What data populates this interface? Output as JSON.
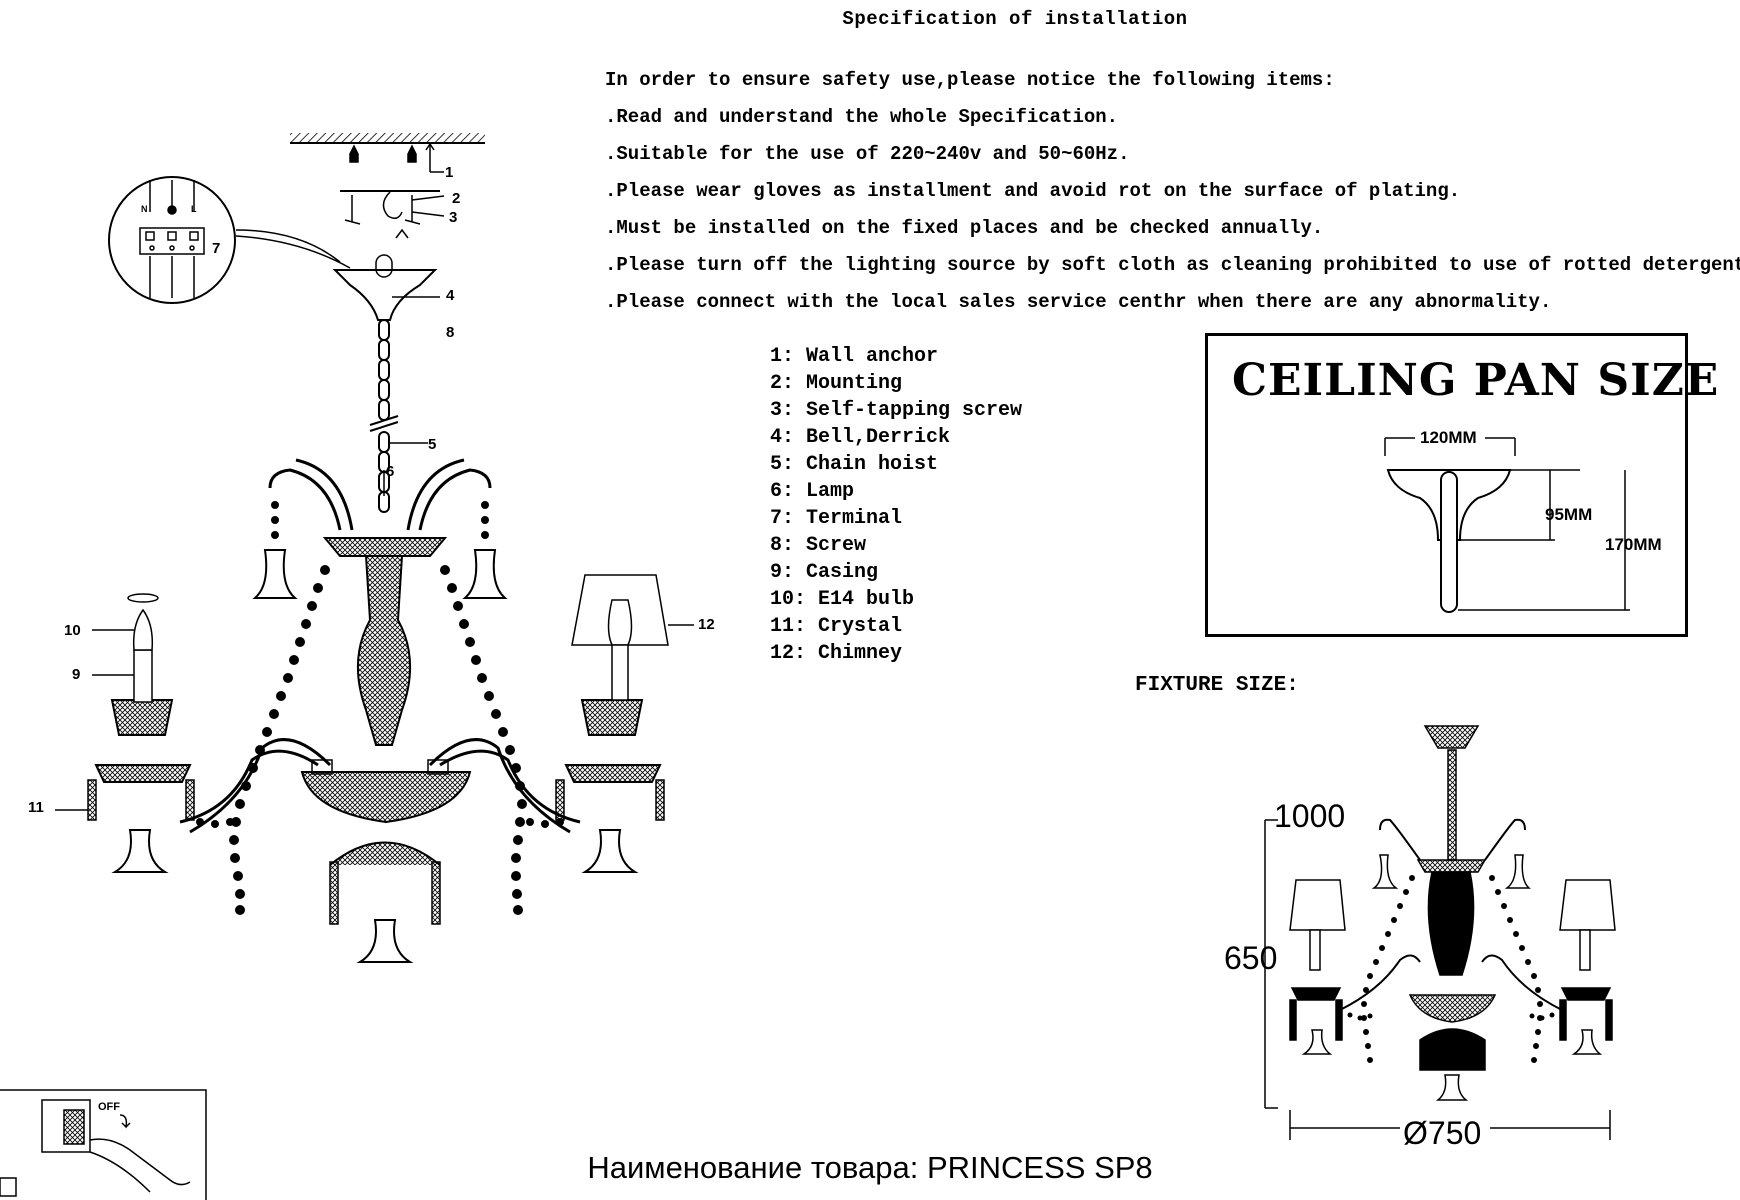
{
  "spec_title": "Specification of installation",
  "notes": [
    "In order to ensure safety use,please notice the following items:",
    ".Read and understand the whole Specification.",
    ".Suitable for the use of 220~240v and 50~60Hz.",
    ".Please wear gloves as installment and avoid rot on the surface of plating.",
    ".Must be installed on the fixed places and be checked annually.",
    ".Please turn off the lighting source by soft cloth as cleaning prohibited to use of rotted detergent.",
    ".Please connect with the local sales service centhr when there are any abnormality."
  ],
  "parts": [
    "1: Wall anchor",
    "2: Mounting",
    "3: Self-tapping screw",
    "4: Bell,Derrick",
    "5: Chain hoist",
    "6: Lamp",
    "7: Terminal",
    "8: Screw",
    "9: Casing",
    "10: E14 bulb",
    "11: Crystal",
    "12: Chimney"
  ],
  "callouts": {
    "c1": "1",
    "c2": "2",
    "c3": "3",
    "c4": "4",
    "c5": "5",
    "c6": "6",
    "c7": "7",
    "c8": "8",
    "c9": "9",
    "c10": "10",
    "c11": "11",
    "c12": "12",
    "terminal_n": "N",
    "terminal_l": "L"
  },
  "ceiling_pan": {
    "title": "CEILING PAN SIZE",
    "width": "120MM",
    "height_inner": "95MM",
    "height_total": "170MM"
  },
  "fixture": {
    "title": "FIXTURE SIZE:",
    "height_max": "1000",
    "height_min": "650",
    "diameter": "Ø750"
  },
  "power_warning": "OFF",
  "product_line": "Наименование товара: PRINCESS SP8"
}
